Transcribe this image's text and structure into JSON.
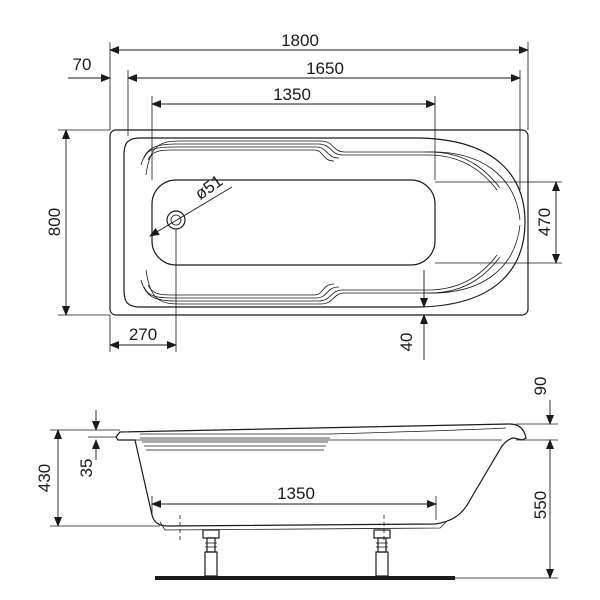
{
  "top_view": {
    "dim_total_length": "1800",
    "dim_inner_length": "1650",
    "dim_bottom_length": "1350",
    "dim_rim_offset": "70",
    "dim_width": "800",
    "dim_bottom_width": "470",
    "dim_drain_diameter": "ø51",
    "dim_drain_offset": "270",
    "dim_wall": "40"
  },
  "side_view": {
    "dim_height_total": "430",
    "dim_rim_thickness": "35",
    "dim_bottom_length": "1350",
    "dim_rim_rise": "90",
    "dim_feet_height": "550"
  }
}
